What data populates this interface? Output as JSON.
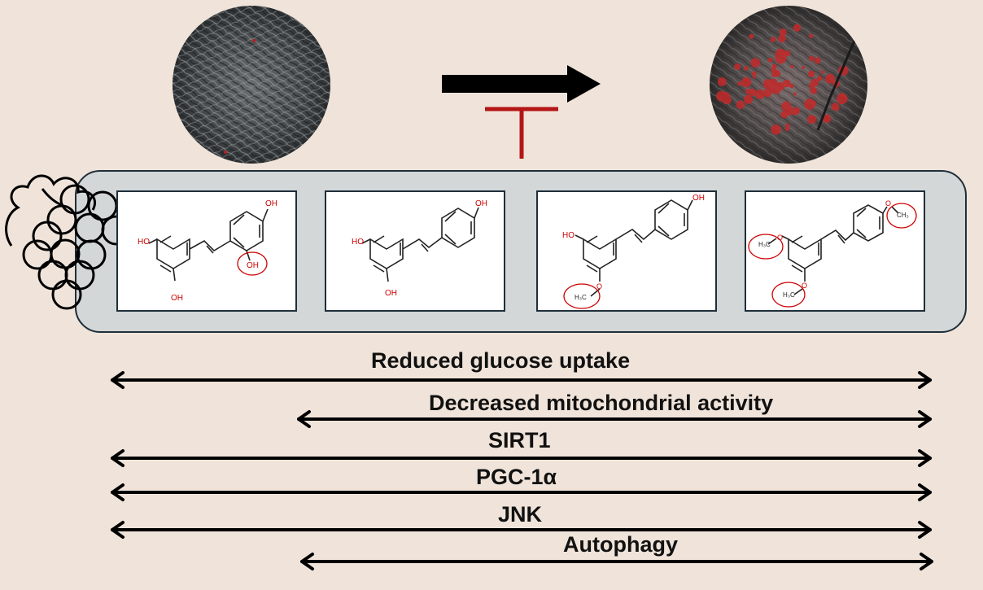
{
  "colors": {
    "background": "#f0e4da",
    "panel": "#d3d7d8",
    "inhibition": "#b41515",
    "oxygen_label": "#cc0000",
    "arrow": "#000000"
  },
  "icons": {
    "grapes": "grape-cluster-icon",
    "stimulation": "block-arrow-right-icon",
    "inhibition": "inhibition-bar-icon"
  },
  "micrographs": {
    "before": "micrograph-undifferentiated-cells",
    "after": "micrograph-lipid-stained-cells"
  },
  "compounds": [
    {
      "substituents": [
        {
          "text": "OH"
        },
        {
          "text": "HO"
        },
        {
          "text": "OH"
        },
        {
          "text": "OH",
          "circled": true
        }
      ]
    },
    {
      "substituents": [
        {
          "text": "OH"
        },
        {
          "text": "HO"
        },
        {
          "text": "OH"
        }
      ]
    },
    {
      "substituents": [
        {
          "text": "OH"
        },
        {
          "text": "HO"
        },
        {
          "text": "H₃C",
          "circled": true
        }
      ]
    },
    {
      "substituents": [
        {
          "text": "CH₃",
          "circled": true
        },
        {
          "text": "H₃C",
          "circled": true
        },
        {
          "text": "H₃C",
          "circled": true
        }
      ]
    }
  ],
  "effects": [
    {
      "label": "Reduced glucose uptake",
      "span": "compounds 1-4"
    },
    {
      "label": "Decreased mitochondrial activity",
      "span": "compounds 2-4"
    },
    {
      "label": "SIRT1",
      "span": "compounds 1-4"
    },
    {
      "label": "PGC-1α",
      "span": "compounds 1-4"
    },
    {
      "label": "JNK",
      "span": "compounds 1-4"
    },
    {
      "label": "Autophagy",
      "span": "compounds 2-4"
    }
  ]
}
